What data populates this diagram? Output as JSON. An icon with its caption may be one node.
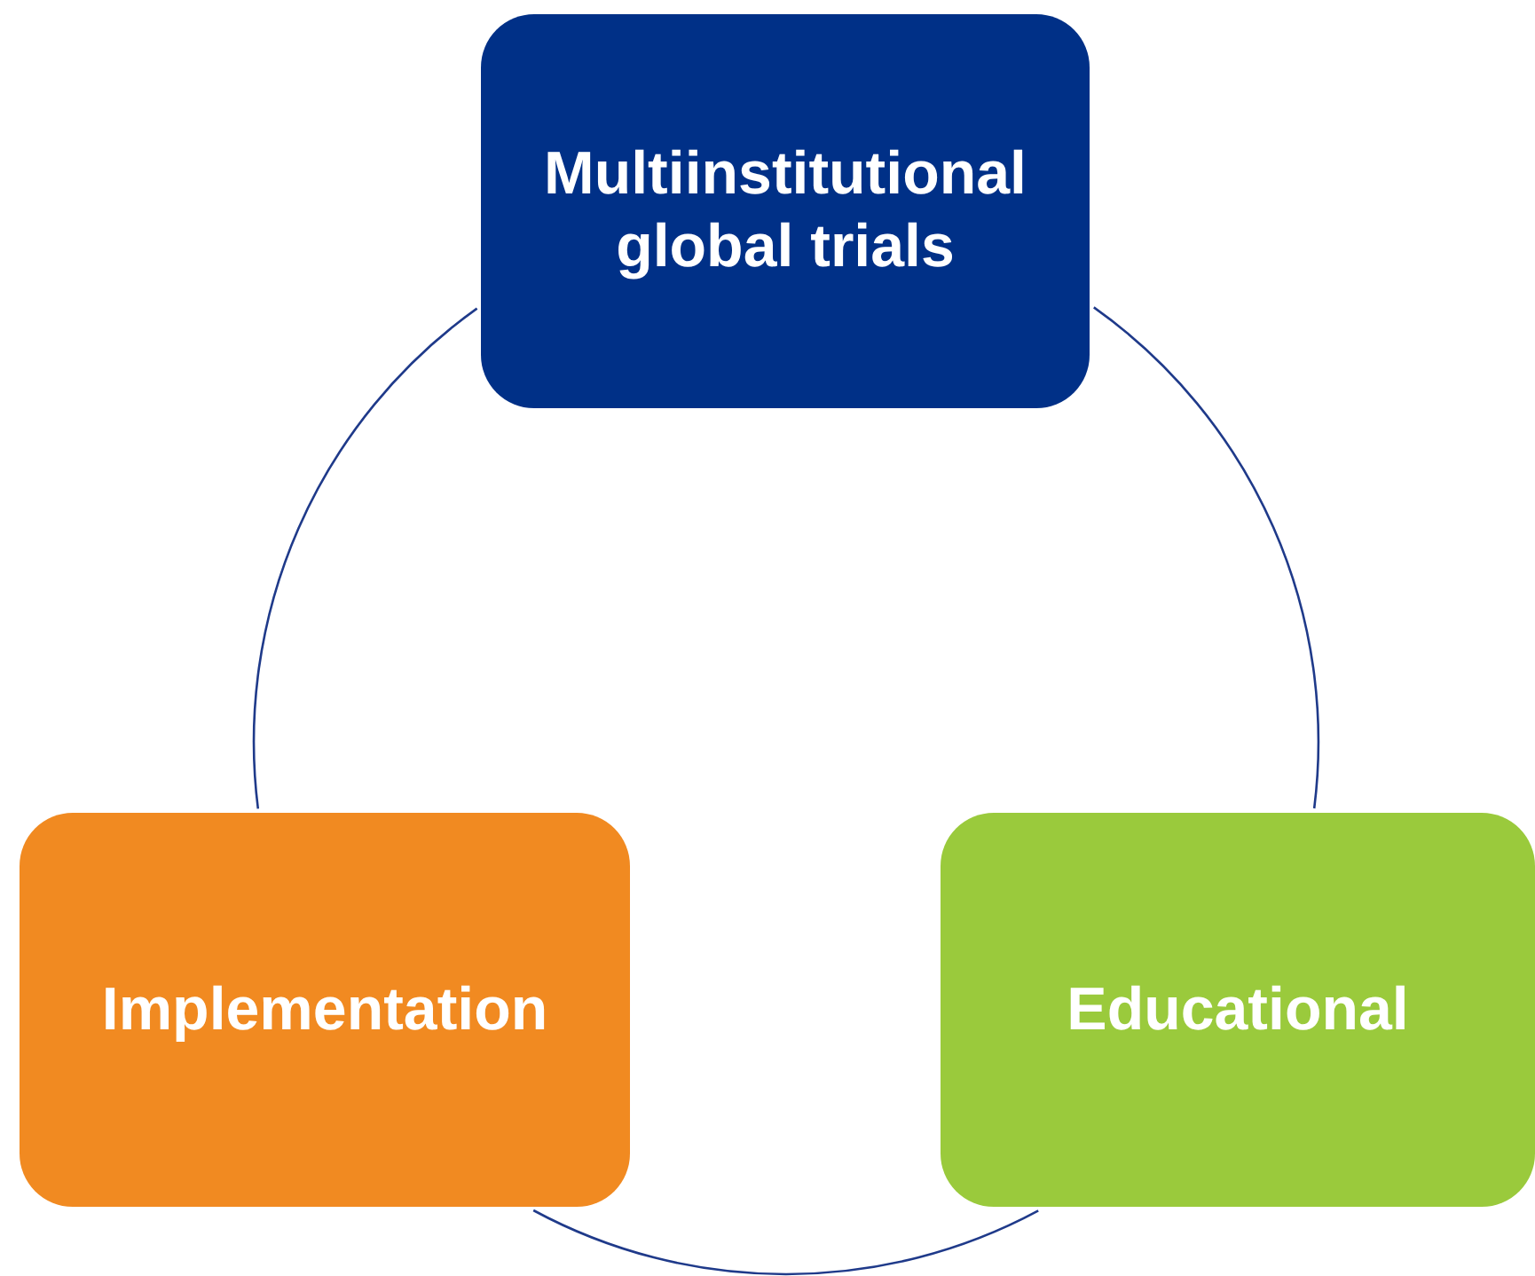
{
  "diagram": {
    "nodes": [
      {
        "text": [
          "Multiinstitutional global trials"
        ]
      },
      {
        "text": [
          "Implementation"
        ]
      },
      {
        "text": [
          "Educational"
        ]
      }
    ],
    "edges": [
      {
        "from": 0,
        "to": 2,
        "arrow": "none"
      },
      {
        "from": 2,
        "to": 1,
        "arrow": "none"
      },
      {
        "from": 1,
        "to": 0,
        "arrow": "none"
      }
    ]
  }
}
